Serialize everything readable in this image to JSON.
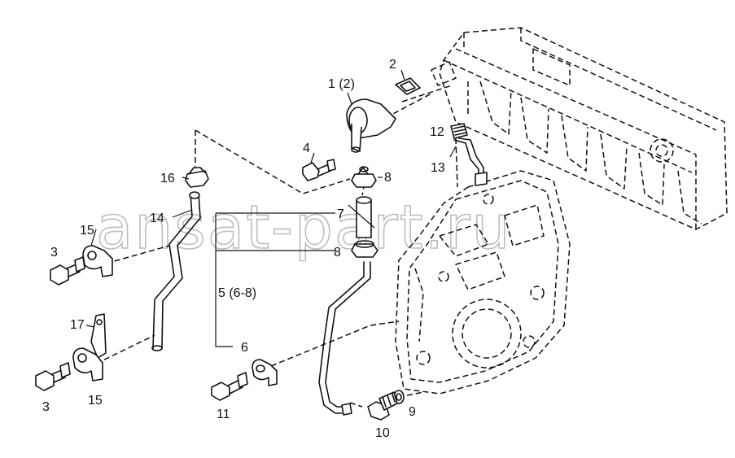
{
  "watermark": "ansat-part.ru",
  "callouts": [
    {
      "id": "c-1",
      "text": "1 (2)"
    },
    {
      "id": "c-2",
      "text": "2"
    },
    {
      "id": "c-3a",
      "text": "3"
    },
    {
      "id": "c-3b",
      "text": "3"
    },
    {
      "id": "c-4",
      "text": "4"
    },
    {
      "id": "c-5",
      "text": "5 (6-8)"
    },
    {
      "id": "c-6",
      "text": "6"
    },
    {
      "id": "c-7",
      "text": "7"
    },
    {
      "id": "c-8a",
      "text": "8"
    },
    {
      "id": "c-8b",
      "text": "8"
    },
    {
      "id": "c-9",
      "text": "9"
    },
    {
      "id": "c-10",
      "text": "10"
    },
    {
      "id": "c-11",
      "text": "11"
    },
    {
      "id": "c-12",
      "text": "12"
    },
    {
      "id": "c-13",
      "text": "13"
    },
    {
      "id": "c-14",
      "text": "14"
    },
    {
      "id": "c-15a",
      "text": "15"
    },
    {
      "id": "c-15b",
      "text": "15"
    },
    {
      "id": "c-16",
      "text": "16"
    },
    {
      "id": "c-17",
      "text": "17"
    }
  ]
}
